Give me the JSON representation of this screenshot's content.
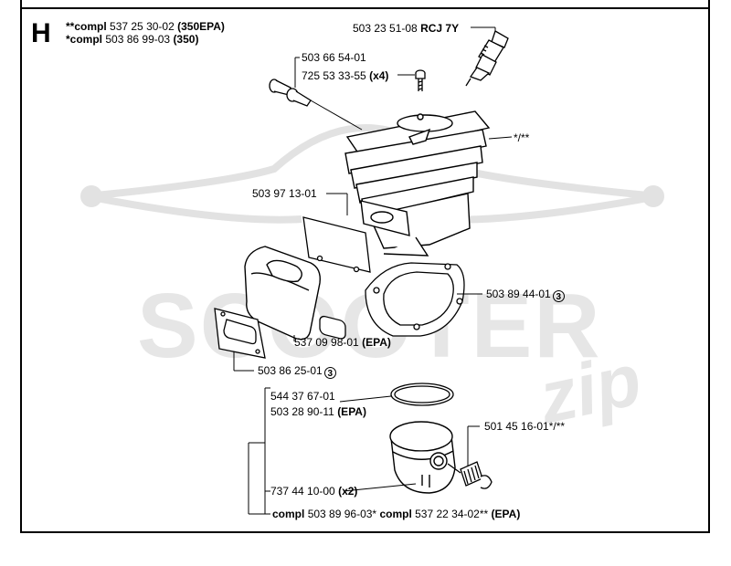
{
  "section": {
    "letter": "H",
    "line1": {
      "prefix": "**compl",
      "number": "537 25 30-02",
      "suffix": "(350EPA)"
    },
    "line2": {
      "prefix": "*compl",
      "number": "503 86 99-03",
      "suffix": "(350)"
    }
  },
  "parts": {
    "spark_plug": {
      "number": "503 23 51-08",
      "suffix": "RCJ 7Y"
    },
    "decompression_valve": {
      "number": "503 66 54-01"
    },
    "screw": {
      "number": "725 53 33-55",
      "suffix": "(x4)"
    },
    "cylinder": {
      "number": "*/**"
    },
    "gasket_inner": {
      "number": "503 97 13-01"
    },
    "base_gasket": {
      "number": "503 89 44-01",
      "badge": "3"
    },
    "exhaust_shield": {
      "number": "537 09 98-01",
      "suffix": "(EPA)"
    },
    "gasket_outer": {
      "number": "503 86 25-01",
      "badge": "3"
    },
    "piston_ring_1": {
      "number": "544 37 67-01"
    },
    "piston_ring_2": {
      "number": "503 28 90-11",
      "suffix": "(EPA)"
    },
    "needle_bearing": {
      "number": "501 45 16-01*/**"
    },
    "circlip": {
      "number": "737 44 10-00",
      "suffix": "(x2)"
    },
    "piston_kit": {
      "prefix1": "compl",
      "number1": "503 89 96-03*",
      "prefix2": "compl",
      "number2": "537 22 34-02**",
      "suffix": "(EPA)"
    }
  },
  "watermark": {
    "word1": "SCOOTER",
    "word2": "zip"
  }
}
